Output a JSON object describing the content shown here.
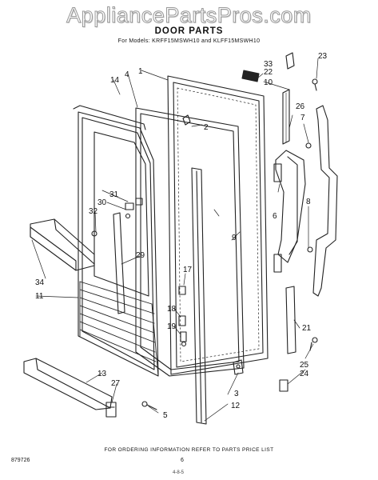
{
  "watermark": "AppliancePartsPros.com",
  "header": {
    "title": "DOOR PARTS",
    "subtitle": "For Models: KRFF15MSWH10 and KLFF15MSWH10"
  },
  "callouts": {
    "c1": "1",
    "c2": "2",
    "c3": "3",
    "c4": "4",
    "c5": "5",
    "c6": "6",
    "c7": "7",
    "c8": "8",
    "c9": "9",
    "c10": "10",
    "c11": "11",
    "c12": "12",
    "c13": "13",
    "c14": "14",
    "c17": "17",
    "c18": "18",
    "c19": "19",
    "c21": "21",
    "c22": "22",
    "c23": "23",
    "c24": "24",
    "c25": "25",
    "c26": "26",
    "c27": "27",
    "c29": "29",
    "c30": "30",
    "c31": "31",
    "c32": "32",
    "c33": "33",
    "c34": "34"
  },
  "footer": {
    "note": "FOR ORDERING INFORMATION REFER TO PARTS PRICE LIST",
    "catalog_number": "879726",
    "page_number": "6",
    "page_mark": "4-8-5"
  }
}
